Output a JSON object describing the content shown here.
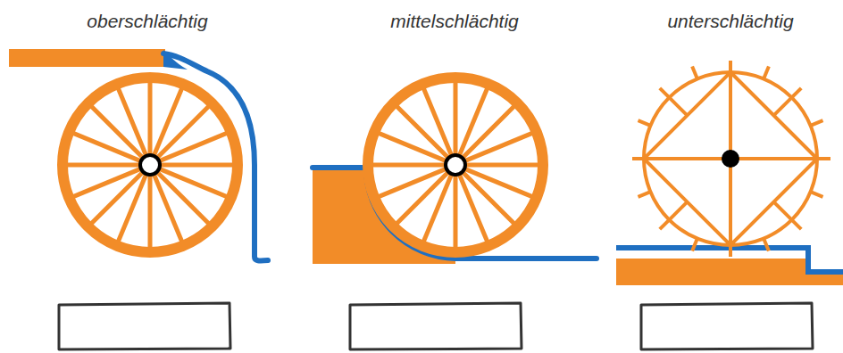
{
  "diagram": {
    "labels": [
      "oberschlächtig",
      "mittelschlächtig",
      "unterschlächtig"
    ]
  }
}
